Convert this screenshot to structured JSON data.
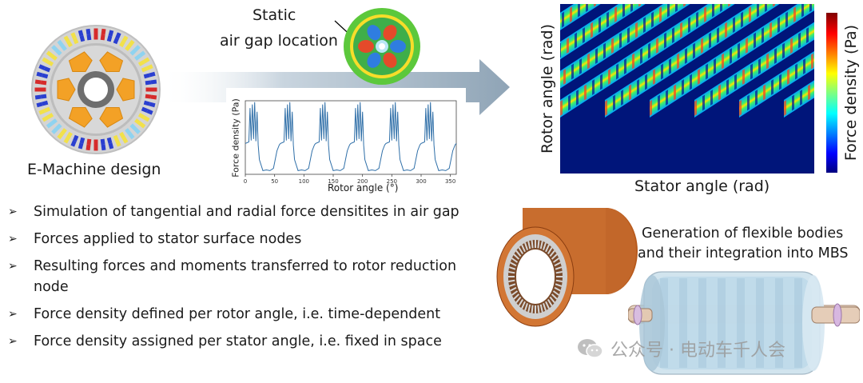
{
  "labels": {
    "design_caption": "E-Machine design",
    "static_label_line1": "Static",
    "static_label_line2": "air gap location",
    "heatmap_ylabel": "Rotor angle (rad)",
    "heatmap_xlabel": "Stator angle (rad)",
    "colorbar_label": "Force density (Pa)",
    "flex_caption_line1": "Generation of flexible bodies",
    "flex_caption_line2": "and their integration into MBS",
    "watermark": "公众号 · 电动车千人会"
  },
  "bullets": [
    "Simulation of tangential and radial force densitites in air gap",
    "Forces applied to stator surface nodes",
    "Resulting forces and moments transferred to rotor reduction node",
    "Force density defined per rotor angle, i.e. time-dependent",
    "Force density assigned per stator angle, i.e. fixed in space"
  ],
  "bullet_marker": "➢",
  "chart_data": {
    "type": "line",
    "xlabel": "Rotor angle (°)",
    "ylabel": "Force density (Pa)",
    "x_ticks": [
      "0",
      "50",
      "100",
      "150",
      "200",
      "250",
      "300",
      "350"
    ],
    "xlim": [
      0,
      360
    ],
    "ylim": [
      0,
      1
    ],
    "series_color": "#2f6fa8",
    "periods": 6,
    "period_profile": [
      [
        0,
        0.42
      ],
      [
        6,
        0.44
      ],
      [
        8,
        0.9
      ],
      [
        10,
        0.46
      ],
      [
        12,
        0.95
      ],
      [
        14,
        0.48
      ],
      [
        16,
        0.98
      ],
      [
        18,
        0.45
      ],
      [
        20,
        0.85
      ],
      [
        22,
        0.4
      ],
      [
        24,
        0.2
      ],
      [
        30,
        0.05
      ],
      [
        36,
        0.06
      ],
      [
        42,
        0.05
      ],
      [
        48,
        0.08
      ],
      [
        54,
        0.32
      ],
      [
        58,
        0.4
      ],
      [
        60,
        0.42
      ]
    ]
  },
  "colors": {
    "accent_arrow": "#9fb3c3",
    "stator_gray": "#cfcfcf",
    "pole_orange": "#f3a126",
    "heatmap_dark": "#00157a",
    "copper": "#c8682a"
  },
  "icons": {
    "watermark_icon": "wechat-icon"
  }
}
